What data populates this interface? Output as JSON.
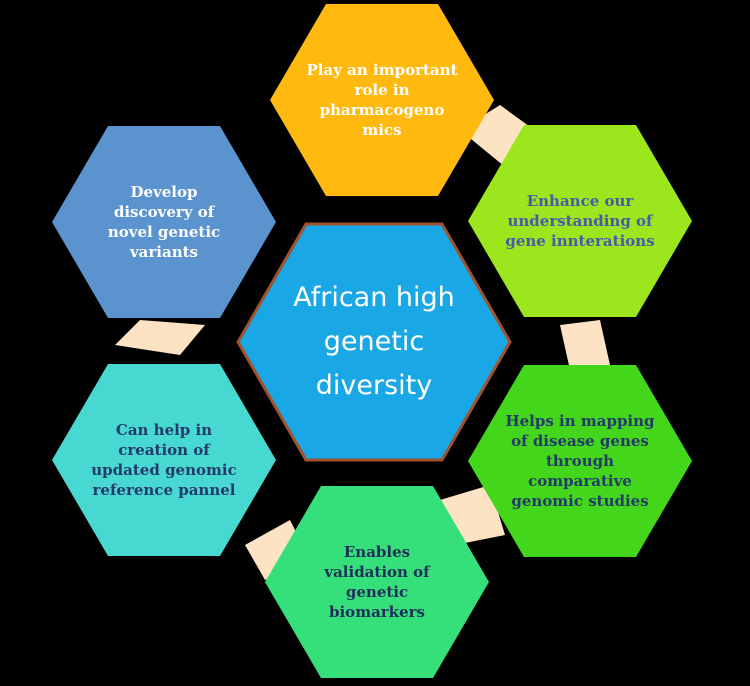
{
  "center": {
    "label": "African high genetic diversity",
    "fill": "#1aa7e6",
    "border": "#a0522d"
  },
  "connector_color": "#fde2c4",
  "nodes": [
    {
      "id": "top",
      "label": "Play an important role in pharmacogeno mics",
      "fill": "#ffb90f",
      "text_color": "#ffffff"
    },
    {
      "id": "top-right",
      "label": "Enhance our understanding of gene innterations",
      "fill": "#9be61c",
      "text_color": "#4a5aa8"
    },
    {
      "id": "bottom-right",
      "label": "Helps in mapping of disease genes through comparative genomic studies",
      "fill": "#44d61a",
      "text_color": "#233a6b"
    },
    {
      "id": "bottom",
      "label": "Enables validation of genetic biomarkers",
      "fill": "#35e07a",
      "text_color": "#1f2f5a"
    },
    {
      "id": "bottom-left",
      "label": "Can help in creation of updated genomic reference pannel",
      "fill": "#48d8d2",
      "text_color": "#233a6b"
    },
    {
      "id": "top-left",
      "label": "Develop discovery of novel genetic variants",
      "fill": "#5b93cf",
      "text_color": "#ffffff"
    }
  ]
}
